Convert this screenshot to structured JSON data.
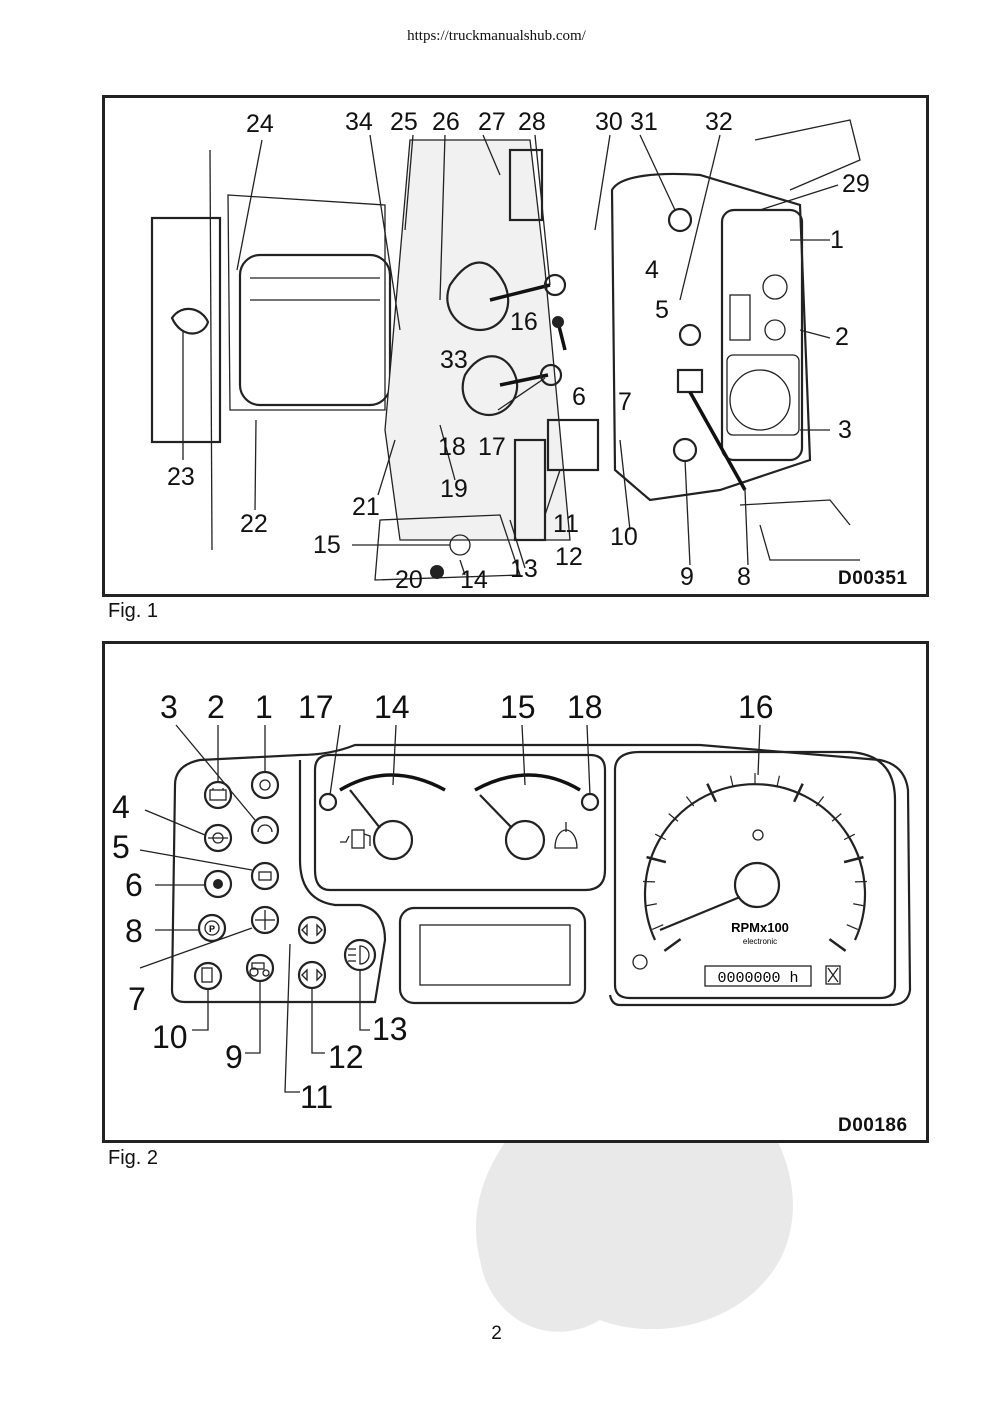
{
  "header": {
    "url": "https://truckmanualshub.com/"
  },
  "figure1": {
    "caption": "Fig. 1",
    "code": "D00351",
    "callouts": [
      "1",
      "2",
      "3",
      "4",
      "5",
      "6",
      "7",
      "8",
      "9",
      "10",
      "11",
      "12",
      "13",
      "14",
      "15",
      "16",
      "17",
      "18",
      "19",
      "20",
      "21",
      "22",
      "23",
      "24",
      "25",
      "26",
      "27",
      "28",
      "29",
      "30",
      "31",
      "32",
      "33",
      "34"
    ]
  },
  "figure2": {
    "caption": "Fig. 2",
    "code": "D00186",
    "callouts": [
      "1",
      "2",
      "3",
      "4",
      "5",
      "6",
      "7",
      "8",
      "9",
      "10",
      "11",
      "12",
      "13",
      "14",
      "15",
      "16",
      "17",
      "18"
    ],
    "tachometer": {
      "unit_label": "RPMx100",
      "sub_label": "electronic",
      "hour_counter": "0000000 h"
    }
  },
  "footer": {
    "page_number": "2"
  },
  "icons": [
    "battery-icon",
    "oil-can-icon",
    "brake-warning-icon",
    "fuel-pump-icon",
    "coolant-temperature-icon",
    "hourglass-icon",
    "headlight-icon",
    "turn-signal-icon",
    "parking-brake-icon",
    "tractor-icon"
  ]
}
